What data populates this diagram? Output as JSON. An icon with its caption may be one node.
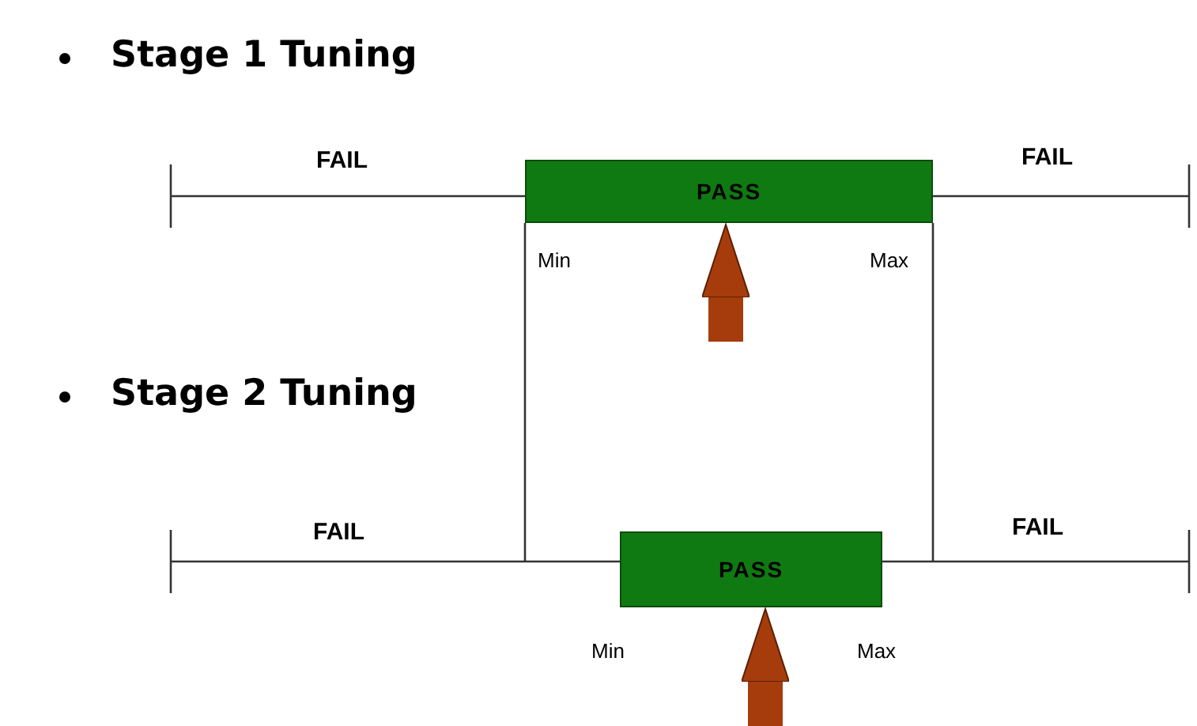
{
  "diagram": {
    "nodes": [
      {
        "text": [
          "PASS"
        ]
      },
      {
        "text": [
          "PASS"
        ]
      }
    ],
    "edges": [
      {
        "from": null,
        "to": 0,
        "arrow": "to"
      },
      {
        "from": null,
        "to": 1,
        "arrow": "to"
      }
    ],
    "labels": [
      "Stage 1 Tuning",
      "FAIL",
      "FAIL",
      "Min",
      "Max",
      "Stage 2 Tuning",
      "FAIL",
      "FAIL",
      "Min",
      "Max"
    ]
  }
}
